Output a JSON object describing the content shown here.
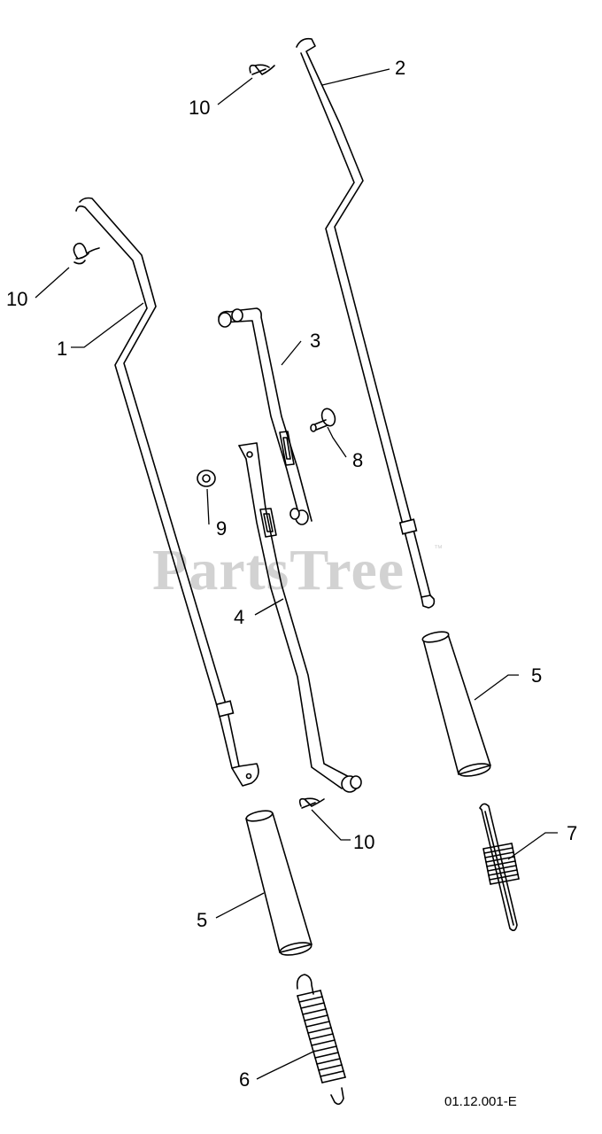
{
  "watermark": "PartsTree",
  "watermark_tm": "™",
  "figure_code": "01.12.001-E",
  "callouts": {
    "c1": "1",
    "c2": "2",
    "c3": "3",
    "c4": "4",
    "c5a": "5",
    "c5b": "5",
    "c6": "6",
    "c7": "7",
    "c8": "8",
    "c9": "9",
    "c10a": "10",
    "c10b": "10",
    "c10c": "10"
  }
}
